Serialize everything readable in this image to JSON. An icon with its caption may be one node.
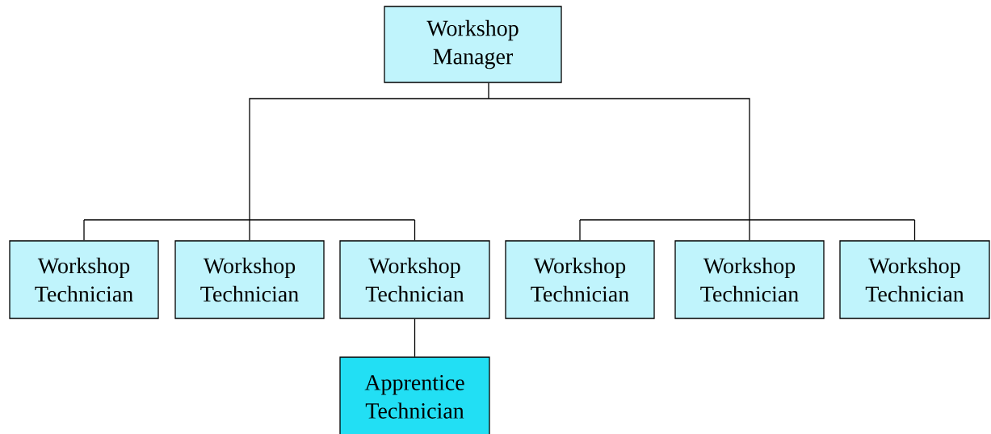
{
  "diagram": {
    "nodes": [
      {
        "text": [
          "Workshop Manager"
        ]
      },
      {
        "text": [
          "Workshop Technician"
        ]
      },
      {
        "text": [
          "Workshop Technician"
        ]
      },
      {
        "text": [
          "Workshop Technician"
        ]
      },
      {
        "text": [
          "Workshop Technician"
        ]
      },
      {
        "text": [
          "Workshop Technician"
        ]
      },
      {
        "text": [
          "Workshop Technician"
        ]
      },
      {
        "text": [
          "Apprentice Technician"
        ]
      }
    ],
    "edges": [
      {
        "from": 0,
        "to": 1,
        "arrow": "none"
      },
      {
        "from": 0,
        "to": 2,
        "arrow": "none"
      },
      {
        "from": 0,
        "to": 3,
        "arrow": "none"
      },
      {
        "from": 0,
        "to": 4,
        "arrow": "none"
      },
      {
        "from": 0,
        "to": 5,
        "arrow": "none"
      },
      {
        "from": 0,
        "to": 6,
        "arrow": "none"
      },
      {
        "from": 3,
        "to": 7,
        "arrow": "none"
      }
    ]
  }
}
